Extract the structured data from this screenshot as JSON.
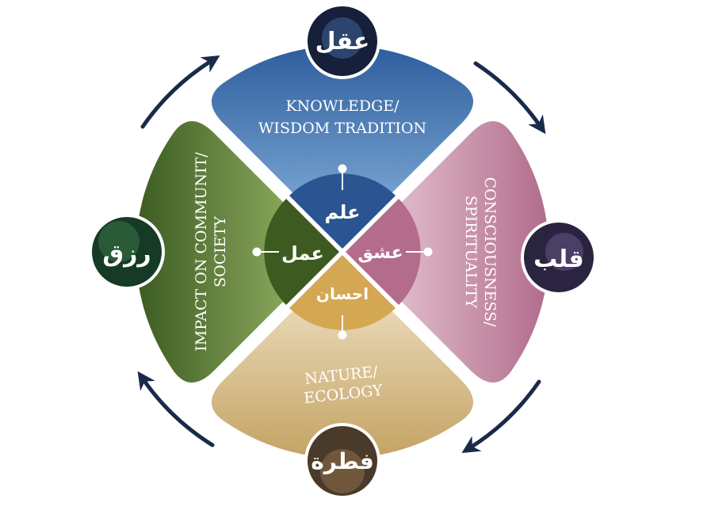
{
  "sectors": {
    "top": {
      "line1": "KNOWLEDGE/",
      "line2": "WISDOM TRADITION",
      "inner": "علم",
      "badge": "عقل",
      "color": "#2e5f9e"
    },
    "right": {
      "line1": "CONSCIOUSNESS/",
      "line2": "SPIRITUALITY",
      "inner": "عشق",
      "badge": "قلب",
      "color": "#b06c8c"
    },
    "bottom": {
      "line1": "NATURE/",
      "line2": "ECOLOGY",
      "inner": "احسان",
      "badge": "فطرة",
      "color": "#c8a96a"
    },
    "left": {
      "line1": "IMPACT ON COMMUNIT/",
      "line2": "SOCIETY",
      "inner": "عمل",
      "badge": "رزق",
      "color": "#3e5e23"
    }
  },
  "arrow_color": "#1a2a4a"
}
